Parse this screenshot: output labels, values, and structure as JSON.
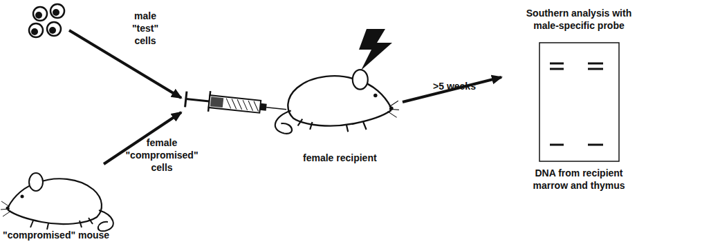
{
  "diagram": {
    "nodes": [
      {
        "text": [
          "\"compromised\" mouse"
        ]
      },
      {
        "text": [
          "female recipient"
        ]
      },
      {
        "text": [
          "Southern analysis with male-specific probe",
          "DNA from recipient marrow and thymus"
        ]
      }
    ],
    "edges": [
      {
        "from": 0,
        "to": 1,
        "arrow": "to",
        "label": "female \"compromised\" cells"
      },
      {
        "from": 1,
        "to": 2,
        "arrow": "to",
        "label": ">5 weeks"
      }
    ],
    "labels": [
      "male \"test\" cells"
    ]
  }
}
